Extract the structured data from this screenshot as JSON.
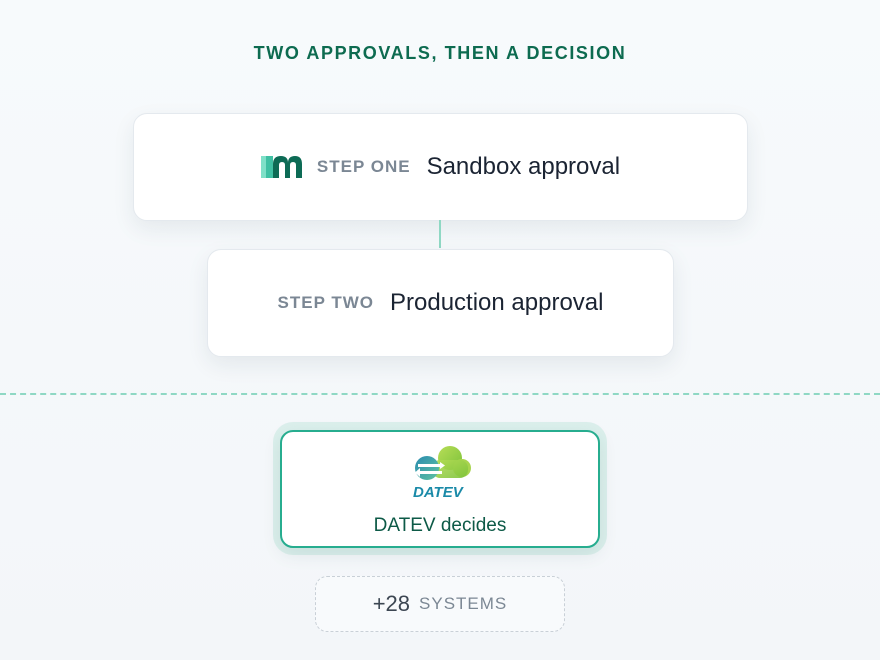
{
  "header": {
    "title": "TWO APPROVALS, THEN A DECISION"
  },
  "steps": [
    {
      "label": "STEP ONE",
      "title": "Sandbox approval",
      "icon": "m-logo-icon"
    },
    {
      "label": "STEP TWO",
      "title": "Production approval"
    }
  ],
  "decider": {
    "logo_text": "DATEV",
    "label": "DATEV decides",
    "icon": "datev-cloud-logo"
  },
  "more": {
    "count": "+28",
    "label": "SYSTEMS"
  },
  "colors": {
    "accent": "#0d6b50",
    "border_accent": "#27ad8f",
    "connector": "#8fd8c4"
  }
}
